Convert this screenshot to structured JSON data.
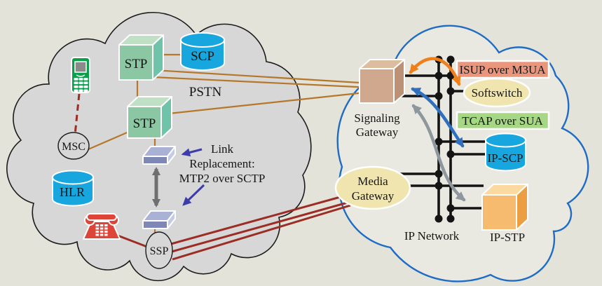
{
  "pstn": {
    "cloud_label": "PSTN",
    "stp_top_label": "STP",
    "stp_bottom_label": "STP",
    "scp_label": "SCP",
    "msc_label": "MSC",
    "hlr_label": "HLR",
    "ssp_label": "SSP",
    "link_note": {
      "line1": "Link",
      "line2": "Replacement:",
      "line3": "MTP2 over SCTP"
    }
  },
  "ip_network": {
    "cloud_label": "IP Network",
    "signaling_gateway": {
      "line1": "Signaling",
      "line2": "Gateway"
    },
    "media_gateway": {
      "line1": "Media",
      "line2": "Gateway"
    },
    "softswitch_label": "Softswitch",
    "ip_scp_label": "IP-SCP",
    "ip_stp_label": "IP-STP",
    "protocol_badges": {
      "isup": "ISUP over M3UA",
      "tcap": "TCAP over SUA"
    }
  },
  "icons": {
    "mobile_phone": "mobile-phone-icon",
    "desk_phone": "desk-telephone-icon"
  },
  "colors": {
    "background": "#e3e3da",
    "pstn_cloud_fill": "#d7d7d7",
    "pstn_cloud_stroke": "#1c1c1c",
    "ip_cloud_fill": "#e9e9e1",
    "ip_cloud_stroke": "#1f6cc5",
    "stp_front": "#8cc7a4",
    "stp_top": "#c0e0c6",
    "stp_side": "#6fc3a8",
    "cylinder_blue": "#18a6de",
    "gateway_front": "#d0a88e",
    "gateway_top": "#ddbd9f",
    "gateway_side": "#bc9175",
    "ipstp_front": "#f6bb6e",
    "ipstp_top": "#fbd9a0",
    "ipstp_side": "#ec9f42",
    "slab_top": "#a9b2d4",
    "slab_front": "#7f88b5",
    "slab_side": "#c5cbe2",
    "ellipse_yellow": "#f0e5ae",
    "node_ellipse_fill": "#d7d7d7",
    "isup_badge_bg": "#e9967d",
    "tcap_badge_bg": "#a6d784",
    "tan_line": "#b5772a",
    "red_line": "#9b2d24",
    "bus_black": "#141414",
    "orange_arrow": "#ef7f1a",
    "blue_arrow": "#2f6fbe",
    "gray_arrow": "#8f979e",
    "navy_arrow": "#3c3cab",
    "gray_double_arrow": "#6f6f6f",
    "phone_green": "#0aa04b",
    "phone_screen": "#8a8a8a",
    "phone_red": "#dd4538"
  }
}
